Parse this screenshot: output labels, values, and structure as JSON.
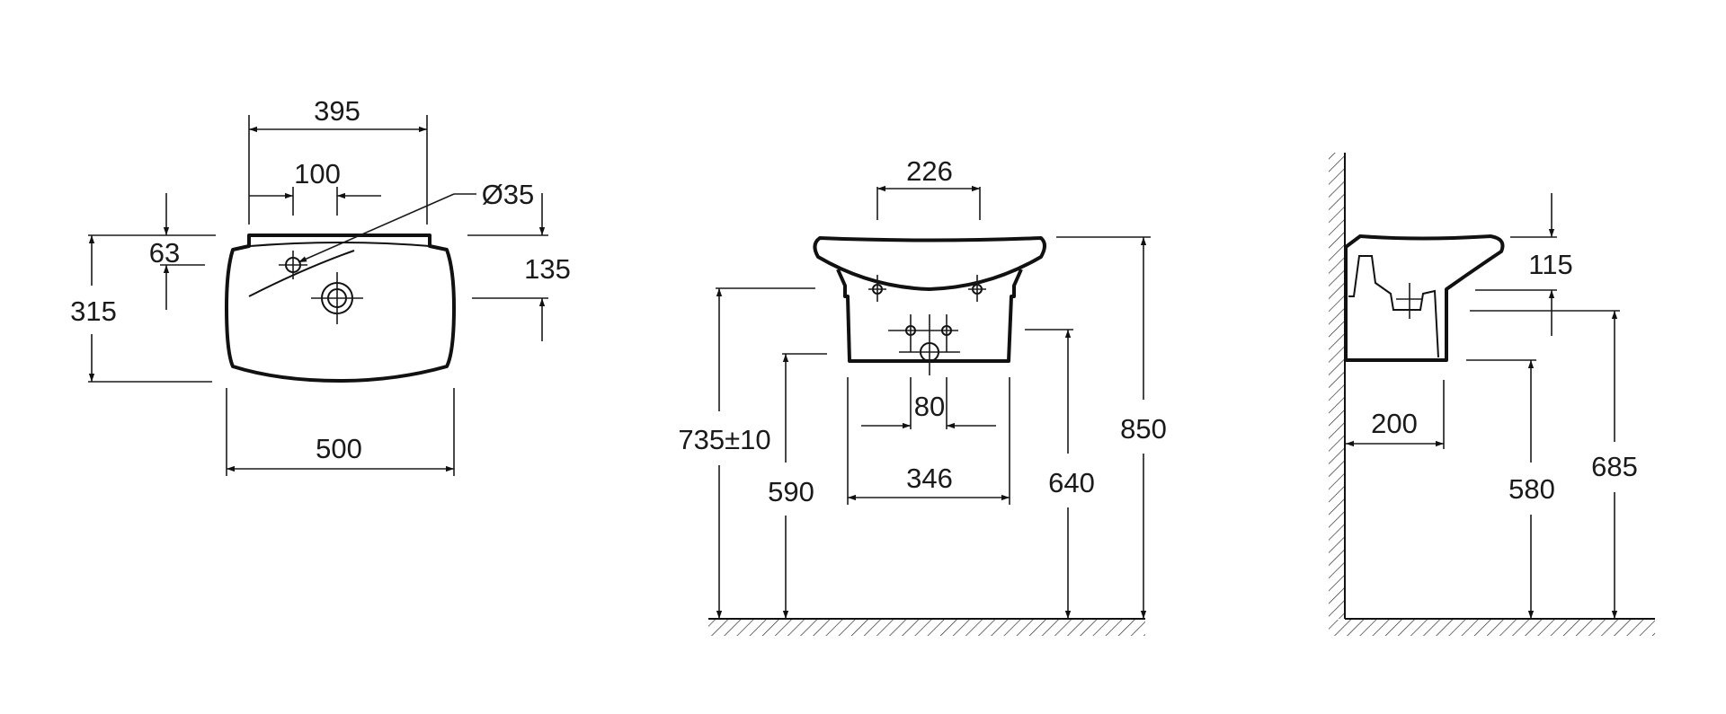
{
  "title": "Wall-hung washbasin with semi-pedestal — dimensional drawing",
  "top_view": {
    "width_overall": "500",
    "width_top": "395",
    "tap_spacing": "100",
    "hole_diameter": "Ø35",
    "depth": "315",
    "tap_hole_offset": "63",
    "drain_offset": "135"
  },
  "front_view": {
    "pedestal_hole_spacing": "226",
    "mounting_height_bracket": "735±10",
    "pedestal_bottom_height": "590",
    "waste_height": "640",
    "rim_height": "850",
    "waste_spacing": "80",
    "pedestal_width": "346"
  },
  "side_view": {
    "rim_to_waste": "115",
    "projection": "200",
    "pedestal_bottom_height": "580",
    "waste_height": "685"
  },
  "colors": {
    "line": "#111111",
    "background": "#ffffff"
  }
}
